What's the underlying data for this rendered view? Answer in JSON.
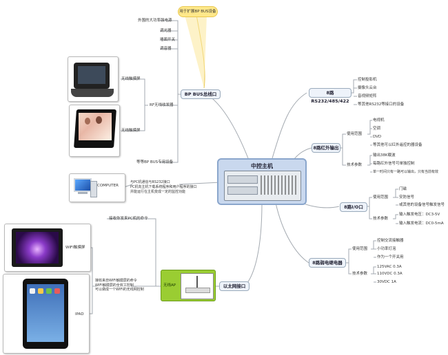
{
  "center": {
    "title": "中控主机"
  },
  "branches": {
    "bpbus": "BP BUS总线口",
    "rs232": "8路RS232/485/422",
    "ir": "8路红外输出",
    "io": "8路I/O口",
    "relay": "8路弱电继电器",
    "ethernet": "以太网接口"
  },
  "bpbus_callout": "用于扩展BP BUS设备",
  "bpbus_items": [
    "外围的大功率强电源",
    "调光器",
    "墙面开关",
    "调音器"
  ],
  "rf_label": "RF无线收发器",
  "rf_devices": [
    "无线触摸屏",
    "无线触摸屏"
  ],
  "bpbus_tail": "等等BP BUS专用设备",
  "rs232_items": [
    "控制投影机",
    "摄像头云台",
    "音视频矩阵",
    "等其他RS232等接口的设备"
  ],
  "ir_groups": {
    "usage": {
      "label": "使用范围",
      "items": [
        "电视机",
        "空调",
        "DVD",
        "等其他可以红外遥控的器设备"
      ]
    },
    "params": {
      "label": "技术参数",
      "items": [
        "输出38K载波",
        "每路红外信号可单独控制",
        "单一时间只有一路可以输出，只有当前有效"
      ]
    }
  },
  "io_groups": {
    "usage": {
      "label": "使用范围",
      "items": [
        "门磁",
        "安防信号",
        "或其他的设备信号触发信号"
      ]
    },
    "params": {
      "label": "技术参数",
      "items": [
        "输入触发电压：DC3-5V",
        "输入触发电流：DC0-5mA"
      ]
    }
  },
  "relay_groups": {
    "usage": {
      "label": "使用范围",
      "items": [
        "控制交流接触器",
        "小功率灯泡",
        "作为一个开关用"
      ]
    },
    "params": {
      "label": "技术参数",
      "items": [
        "125VAC 0.3A",
        "110VDC 0.3A",
        "30VDC 1A"
      ]
    }
  },
  "computer": {
    "label": "COMPUTER",
    "note": "与PC机通信与RS232接口\nPC机向主机下载系统程序和用户程序的接口\n并能运行在主机变成一定的监控功能"
  },
  "ethernet_left": {
    "top_note": "接收你发来PC机的命令",
    "bottom_note": "接收来自WIFI触摸屏的命令\nWIFI触摸屏的全双工控制\n可以做成一个WIFI的无线网控制",
    "router_label": "无线AP",
    "wifi_panel": "WIFI触摸屏",
    "ipad": "IPAD"
  },
  "colors": {
    "center_bg": "#c9d8ee",
    "center_border": "#8aa6cc",
    "bubble": "#ffe88a",
    "line": "#9aa3ad",
    "router_bg": "#9acd32"
  }
}
